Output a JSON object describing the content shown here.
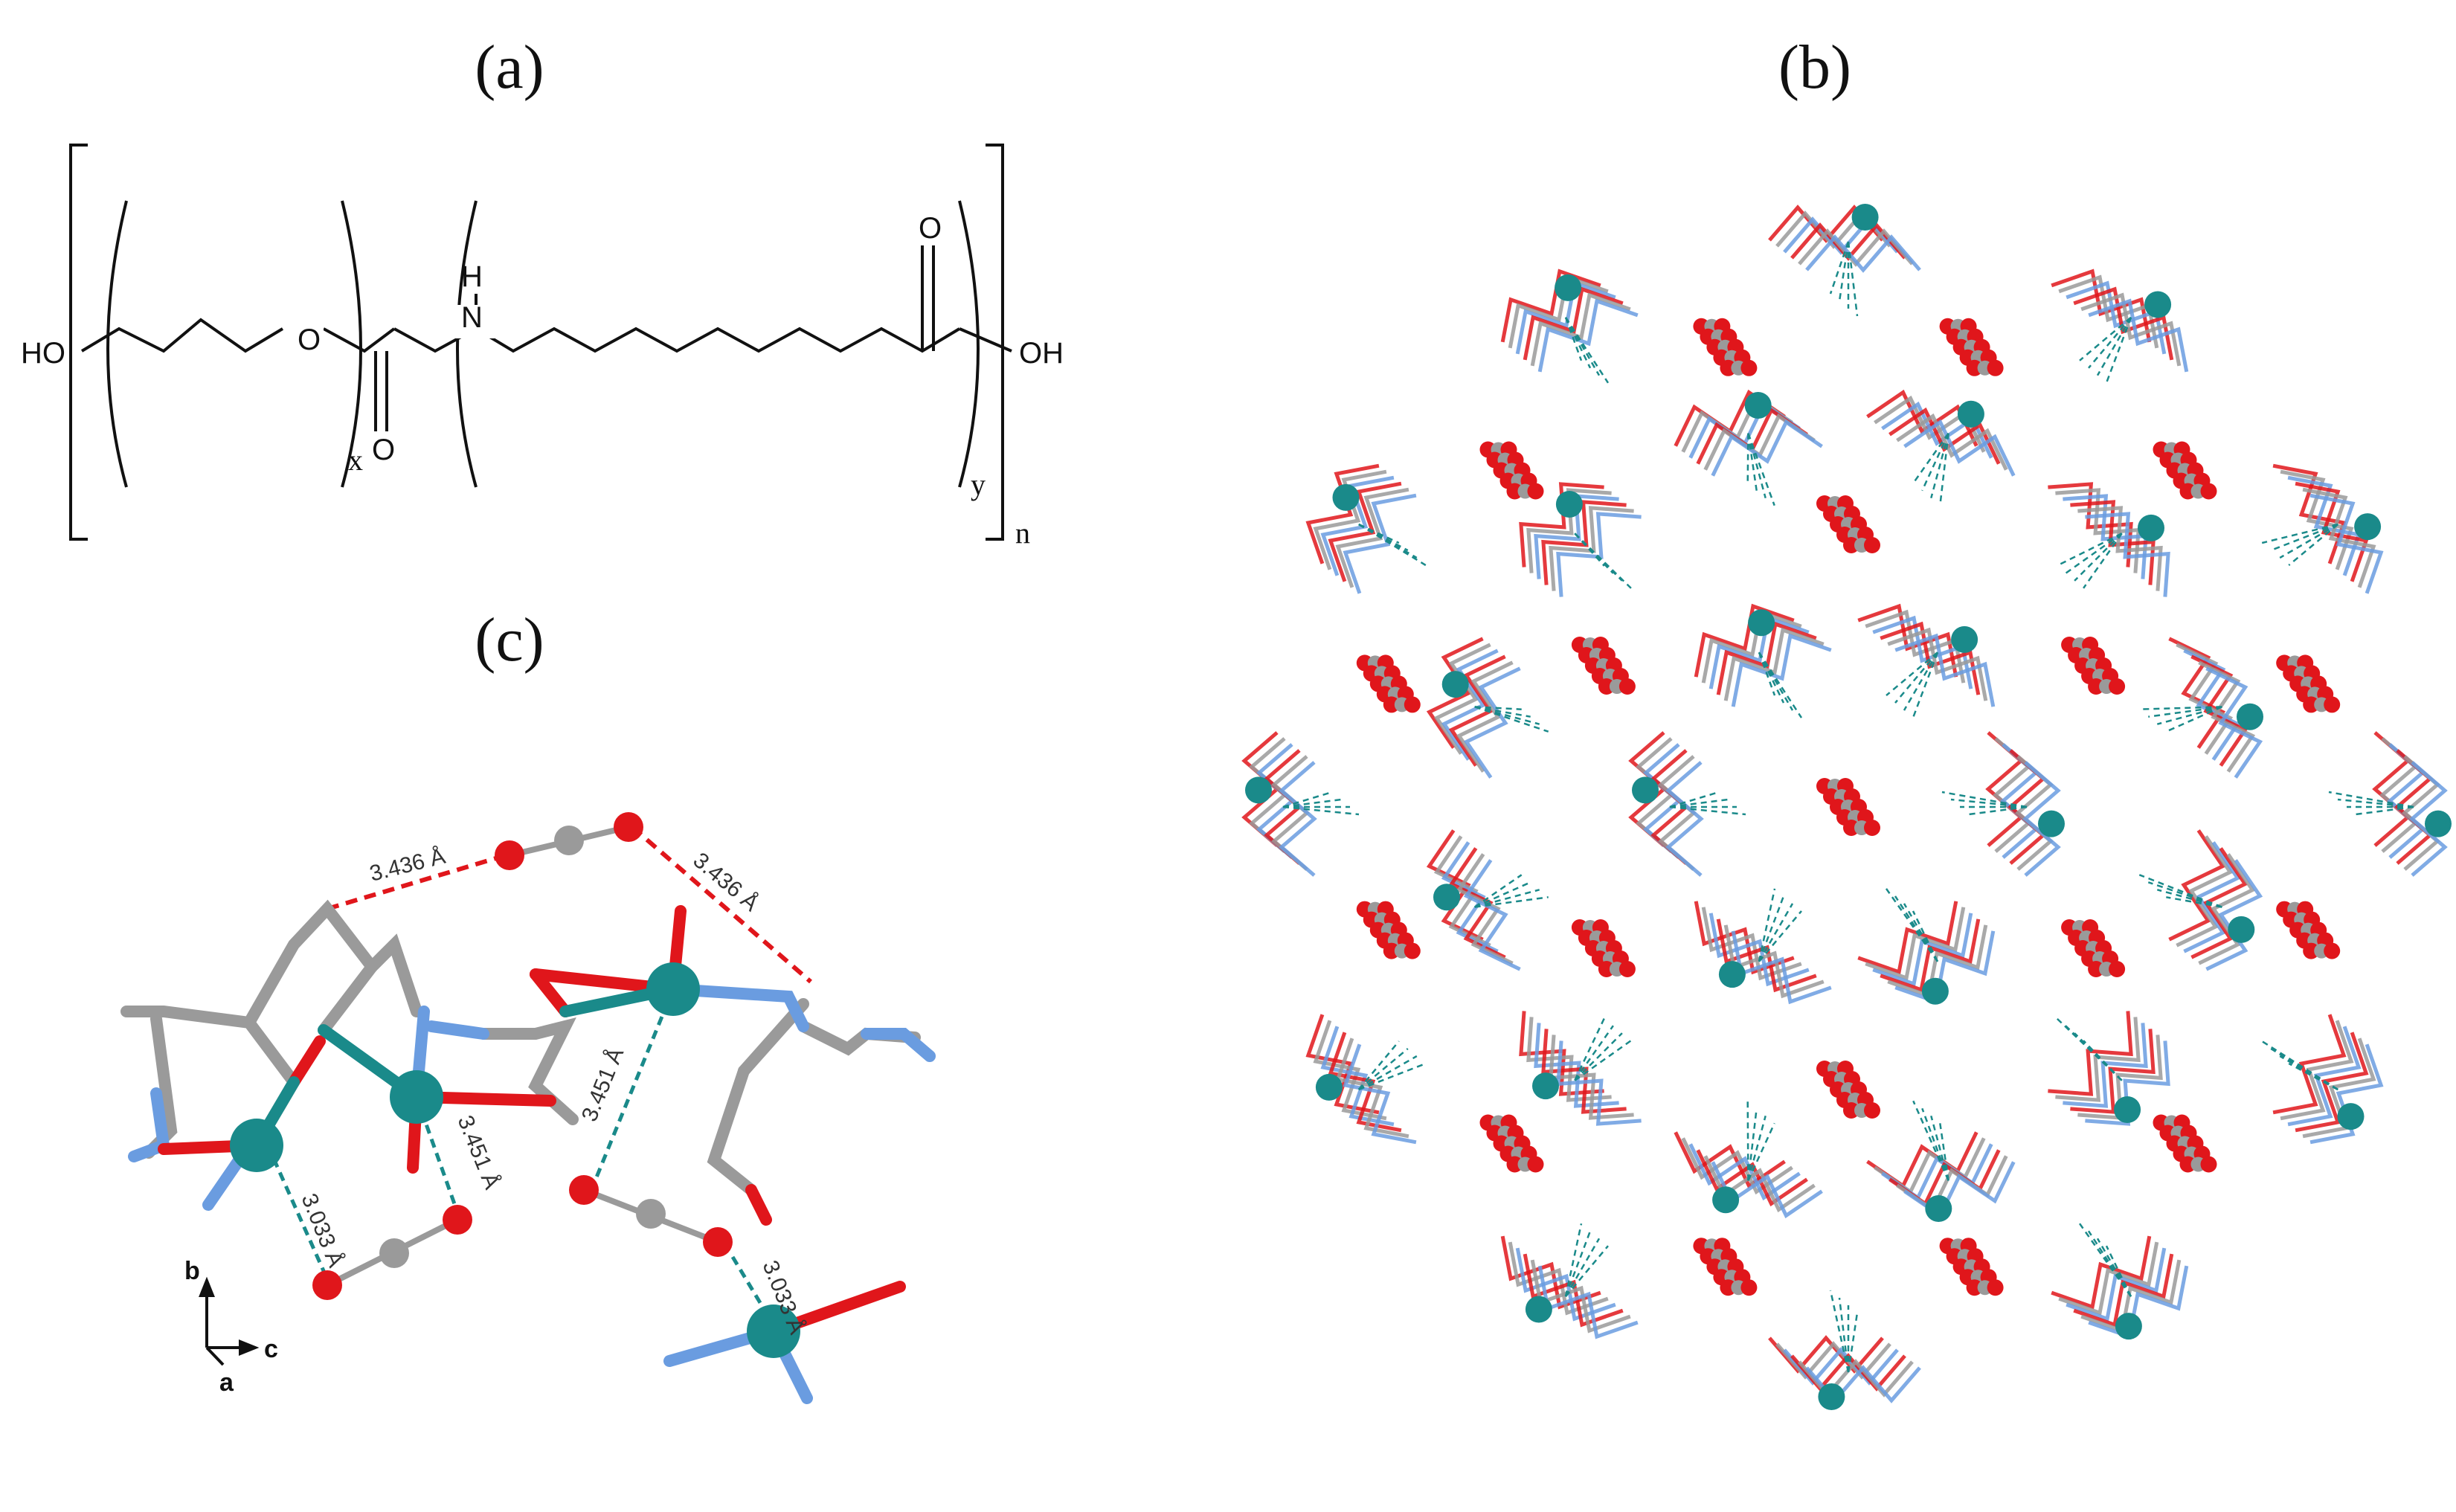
{
  "panels": {
    "a": {
      "label": "(a)"
    },
    "b": {
      "label": "(b)"
    },
    "c": {
      "label": "(c)"
    }
  },
  "structure_a": {
    "left_group": "HO",
    "ether_oxygen": "O",
    "carbonyl_oxygen_1": "O",
    "amine": "H",
    "amine_n": "N",
    "carbonyl_oxygen_2": "O",
    "right_group": "OH",
    "sub_x": "x",
    "sub_y": "y",
    "sub_n": "n"
  },
  "panel_c": {
    "distances": [
      "3.436 Å",
      "3.436 Å",
      "3.451 Å",
      "3.451 Å",
      "3.033 Å",
      "3.033 Å"
    ],
    "axes": {
      "b": "b",
      "a": "a",
      "c": "c"
    }
  },
  "colors": {
    "metal": "#1a8a8a",
    "oxygen": "#e0161b",
    "carbon": "#9a9a9a",
    "nitrogen": "#6a9ce0",
    "hbond_teal": "#1a8a8a",
    "hbond_red": "#e0161b"
  }
}
